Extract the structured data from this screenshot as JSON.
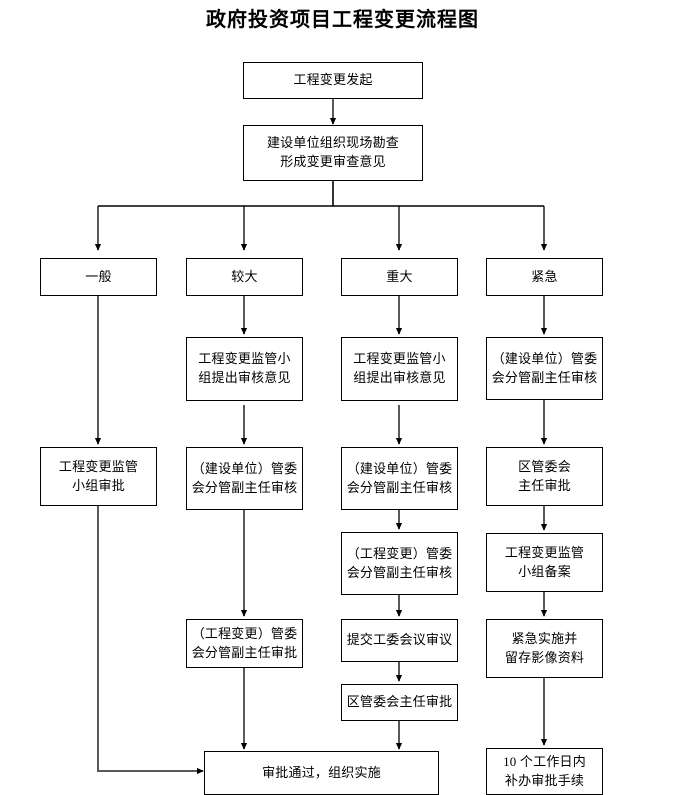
{
  "title": "政府投资项目工程变更流程图",
  "colors": {
    "background": "#ffffff",
    "box_border": "#000000",
    "connector": "#595959",
    "text": "#000000"
  },
  "nodes": {
    "start": {
      "lines": [
        "工程变更发起"
      ]
    },
    "survey": {
      "lines": [
        "建设单位组织现场勘查",
        "形成变更审查意见"
      ]
    },
    "cat_general": {
      "lines": [
        "一般"
      ]
    },
    "cat_larger": {
      "lines": [
        "较大"
      ]
    },
    "cat_major": {
      "lines": [
        "重大"
      ]
    },
    "cat_urgent": {
      "lines": [
        "紧急"
      ]
    },
    "c1_approve": {
      "lines": [
        "工程变更监管",
        "小组审批"
      ]
    },
    "c2_review_opinion": {
      "lines": [
        "工程变更监管小",
        "组提出审核意见"
      ]
    },
    "c2_unit_deputy": {
      "lines": [
        "（建设单位）管委",
        "会分管副主任审核"
      ]
    },
    "c2_change_deputy_approve": {
      "lines": [
        "（工程变更）管委",
        "会分管副主任审批"
      ]
    },
    "c3_review_opinion": {
      "lines": [
        "工程变更监管小",
        "组提出审核意见"
      ]
    },
    "c3_unit_deputy": {
      "lines": [
        "（建设单位）管委",
        "会分管副主任审核"
      ]
    },
    "c3_change_deputy_review": {
      "lines": [
        "（工程变更）管委",
        "会分管副主任审核"
      ]
    },
    "c3_committee_meeting": {
      "lines": [
        "提交工委会议审议"
      ]
    },
    "c3_district_director": {
      "lines": [
        "区管委会主任审批"
      ]
    },
    "c4_unit_deputy": {
      "lines": [
        "（建设单位）管委",
        "会分管副主任审核"
      ]
    },
    "c4_district_director": {
      "lines": [
        "区管委会",
        "主任审批"
      ]
    },
    "c4_record": {
      "lines": [
        "工程变更监管",
        "小组备案"
      ]
    },
    "c4_emergency_exec": {
      "lines": [
        "紧急实施并",
        "留存影像资料"
      ]
    },
    "c4_followup": {
      "lines": [
        "10 个工作日内",
        "补办审批手续"
      ]
    },
    "final": {
      "lines": [
        "审批通过，组织实施"
      ]
    }
  }
}
